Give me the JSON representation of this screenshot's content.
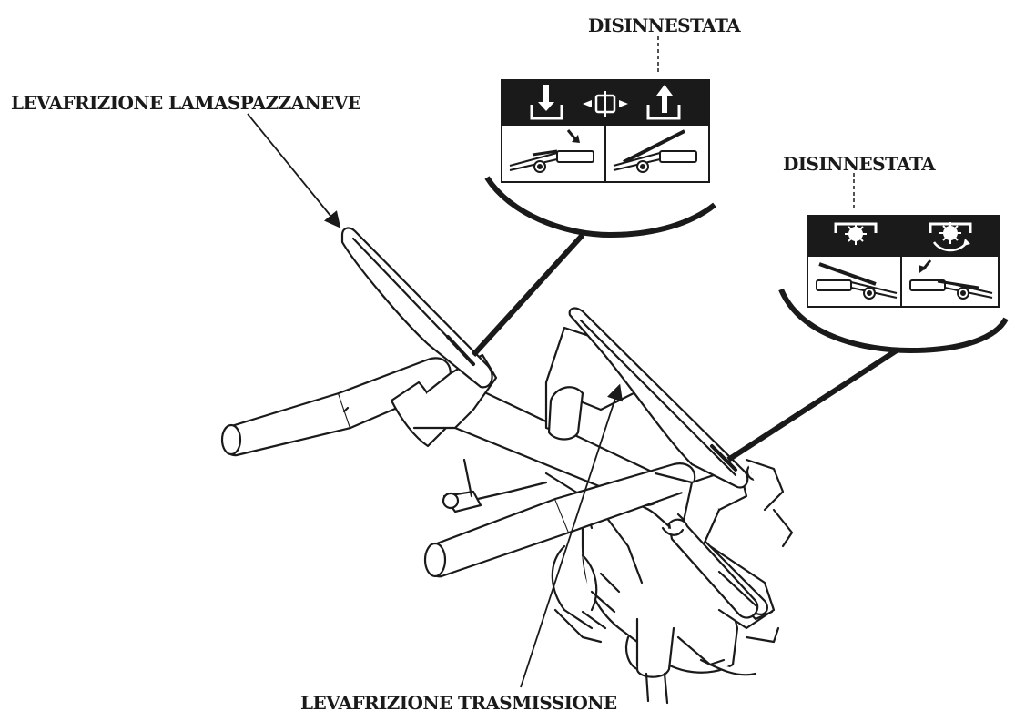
{
  "labels": {
    "blade_clutch_lever": "LEVAFRIZIONE LAMASPAZZANEVE",
    "disengaged_top": "DISINNESTATA",
    "disengaged_right": "DISINNESTATA",
    "drive_clutch_lever": "LEVAFRIZIONE TRASMISSIONE"
  },
  "icons": {
    "top_decal": [
      "arrow-down-icon",
      "auger-icon",
      "arrow-up-icon",
      "lever-pressed-icon",
      "lever-released-icon"
    ],
    "right_decal": [
      "wheel-icon",
      "wheel-rotating-icon",
      "lever-released-icon",
      "lever-pressed-icon"
    ]
  },
  "colors": {
    "ink": "#1a1a1a",
    "paper": "#ffffff"
  }
}
